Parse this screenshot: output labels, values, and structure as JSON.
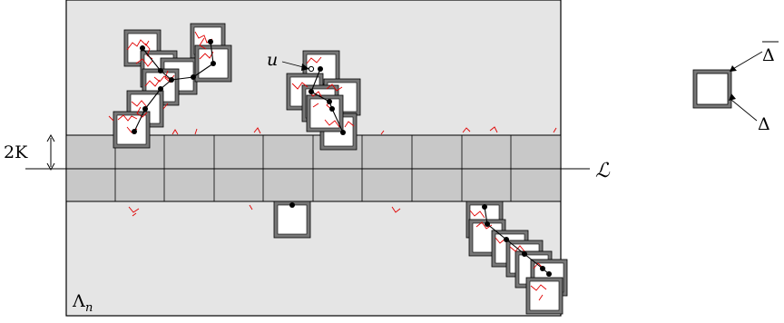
{
  "labels": {
    "region": "Λ",
    "region_sub": "n",
    "point": "u",
    "strip_height": "2K",
    "line": "ℒ",
    "box_outer": "Δ",
    "box_inner": "Δ"
  },
  "colors": {
    "background": "#e5e5e5",
    "strip": "#c8c8c8",
    "box_frame": "#777777",
    "crack": "#e00000"
  }
}
